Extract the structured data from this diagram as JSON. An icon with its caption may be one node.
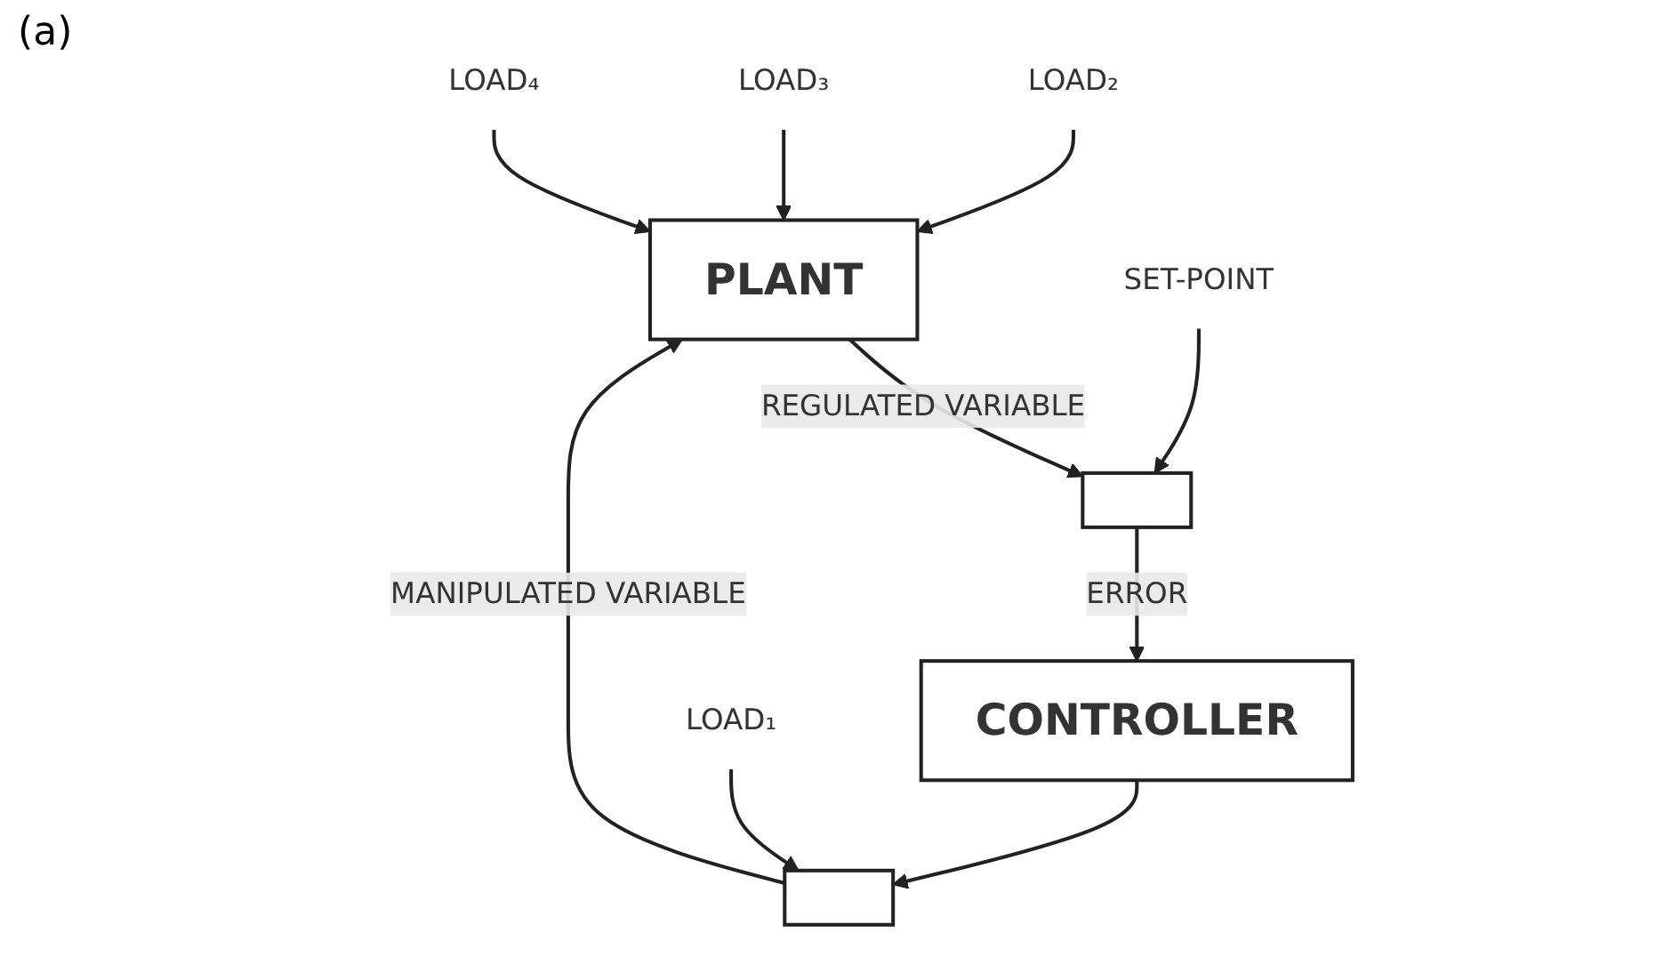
{
  "diagram": {
    "nodes": [
      {
        "text": [
          "PLANT"
        ]
      },
      {
        "text": [
          "CONTROLLER"
        ]
      },
      {
        "text": [],
        "shape": "box"
      },
      {
        "text": [],
        "shape": "box"
      },
      {
        "text": [
          "LOAD₂"
        ]
      },
      {
        "text": [
          "LOAD₃"
        ]
      },
      {
        "text": [
          "LOAD₄"
        ]
      },
      {
        "text": [
          "LOAD₁"
        ]
      },
      {
        "text": [
          "SET-POINT"
        ]
      }
    ],
    "edges": [
      {
        "from": 0,
        "to": 3,
        "arrow": "to",
        "label": "REGULATED VARIABLE"
      },
      {
        "from": 3,
        "to": 1,
        "arrow": "to",
        "label": "ERROR"
      },
      {
        "from": 1,
        "to": 2,
        "arrow": "to"
      },
      {
        "from": 2,
        "to": 0,
        "arrow": "to",
        "label": "MANIPULATED VARIABLE"
      },
      {
        "from": 4,
        "to": 0,
        "arrow": "to"
      },
      {
        "from": 5,
        "to": 0,
        "arrow": "to"
      },
      {
        "from": 6,
        "to": 0,
        "arrow": "to"
      },
      {
        "from": 7,
        "to": 2,
        "arrow": "to"
      },
      {
        "from": 8,
        "to": 3,
        "arrow": "to"
      }
    ],
    "labels": [
      "(a)"
    ]
  }
}
